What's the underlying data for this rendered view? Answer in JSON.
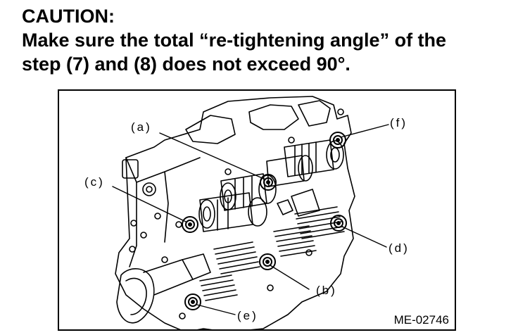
{
  "caution": {
    "heading": "CAUTION:",
    "line1": "Make sure the total “re-tightening angle” of the",
    "line2": "step (7) and (8) does not exceed 90°."
  },
  "figure": {
    "id": "ME-02746",
    "callouts": {
      "a": "(a)",
      "b": "(b)",
      "c": "(c)",
      "d": "(d)",
      "e": "(e)",
      "f": "(f)"
    }
  }
}
